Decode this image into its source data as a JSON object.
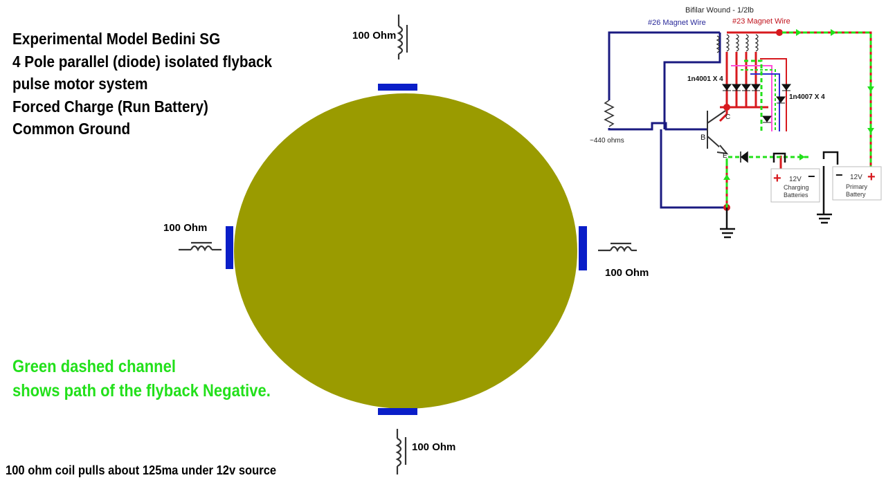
{
  "title_lines": [
    "Experimental Model Bedini SG",
    "4 Pole parallel (diode) isolated flyback",
    "pulse motor system",
    "Forced Charge (Run Battery)",
    "Common Ground"
  ],
  "note_lines": [
    "Green dashed channel",
    "shows path of the flyback Negative."
  ],
  "footer": "100 ohm coil pulls about 125ma under 12v source",
  "coils": {
    "top": "100 Ohm",
    "left": "100  Ohm",
    "right": "100  Ohm",
    "bottom": "100 Ohm"
  },
  "colors": {
    "rotor": "#9a9b00",
    "magnet": "#0a1ec8",
    "flyback_path": "#22e01a",
    "red_wire": "#d7191e",
    "blue_wire": "#1a1a80"
  },
  "schematic": {
    "header": "Bifilar Wound - 1/2lb",
    "wire26": "#26 Magnet Wire",
    "wire23": "#23 Magnet Wire",
    "diode_a": "1n4001 X 4",
    "diode_b": "1n4007   X 4",
    "resistor": "~440 ohms",
    "pin_b": "B",
    "pin_c": "C",
    "pin_e": "E",
    "charging_volt": "12V",
    "charging_label_1": "Charging",
    "charging_label_2": "Batteries",
    "primary_volt": "12V",
    "primary_label_1": "Primary",
    "primary_label_2": "Battery",
    "plus": "+",
    "minus": "−"
  }
}
